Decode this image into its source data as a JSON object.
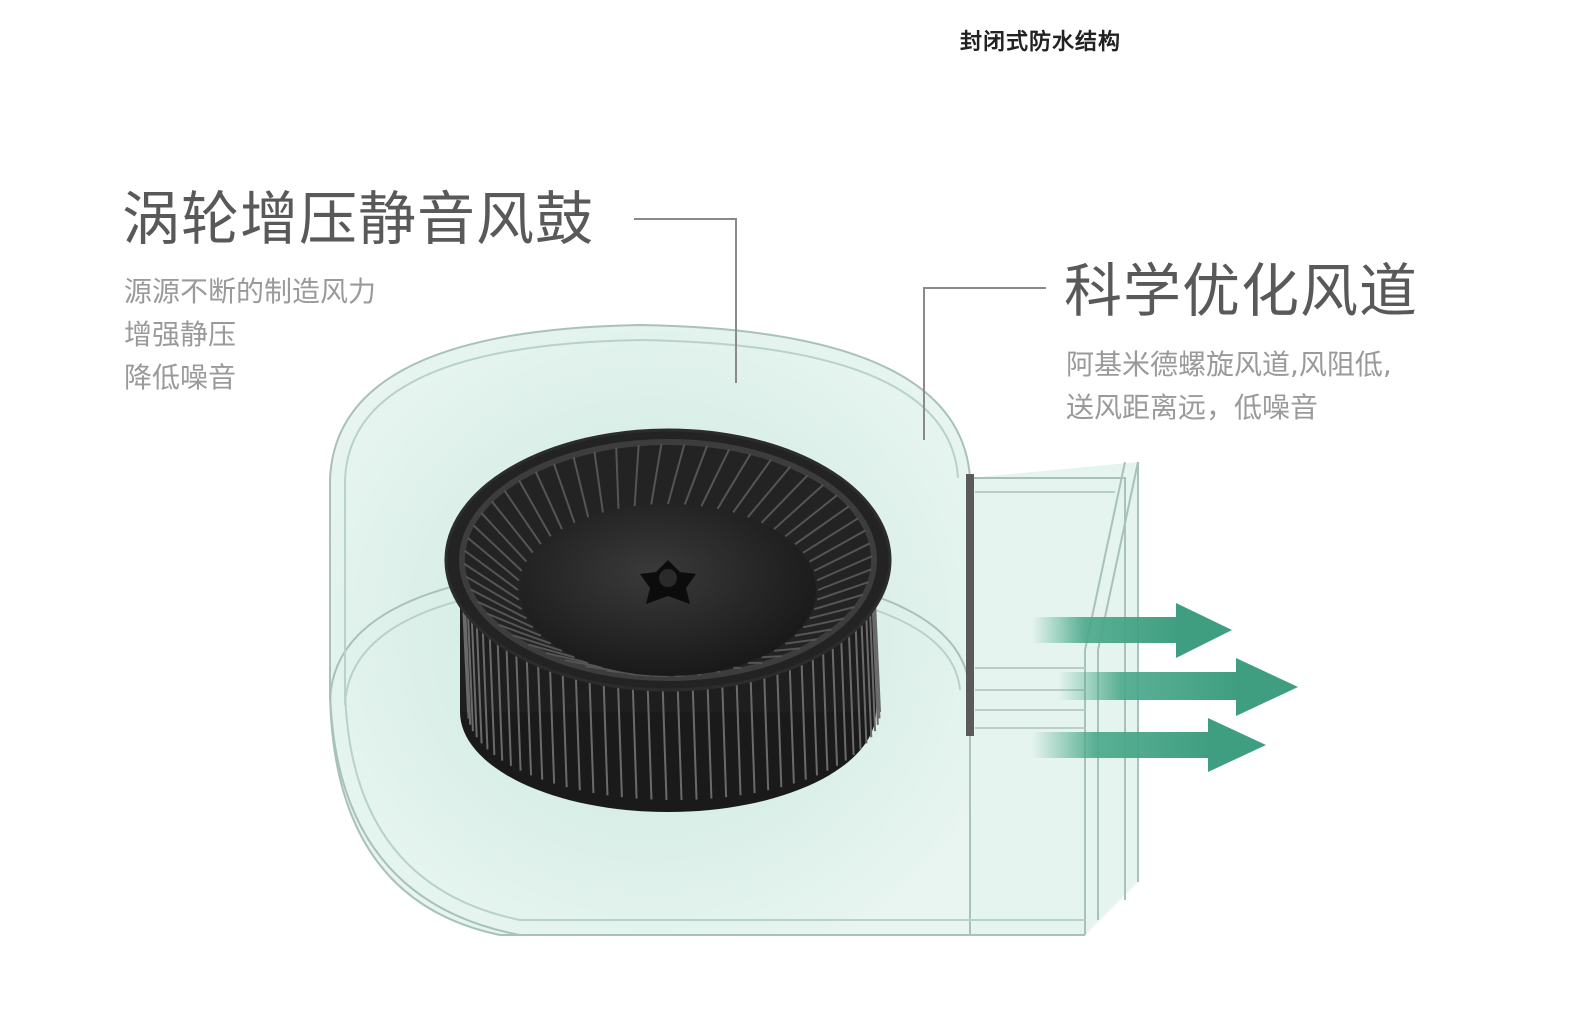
{
  "header": {
    "caption": "封闭式防水结构"
  },
  "callouts": [
    {
      "title": "涡轮增压静音风鼓",
      "lines": [
        "源源不断的制造风力",
        "增强静压",
        "降低噪音"
      ]
    },
    {
      "title": "科学优化风道",
      "lines": [
        "阿基米德螺旋风道,风阻低,",
        "送风距离远，低噪音"
      ]
    }
  ],
  "colors": {
    "housing_fill": "#d4ece4",
    "housing_edge": "#a9c2b8",
    "impeller": "#232323",
    "arrow": "#4aa88a",
    "leader_line": "#8a8a8a"
  },
  "illustration": {
    "icons": [
      "blower-housing",
      "impeller-wheel",
      "airflow-arrow"
    ]
  }
}
